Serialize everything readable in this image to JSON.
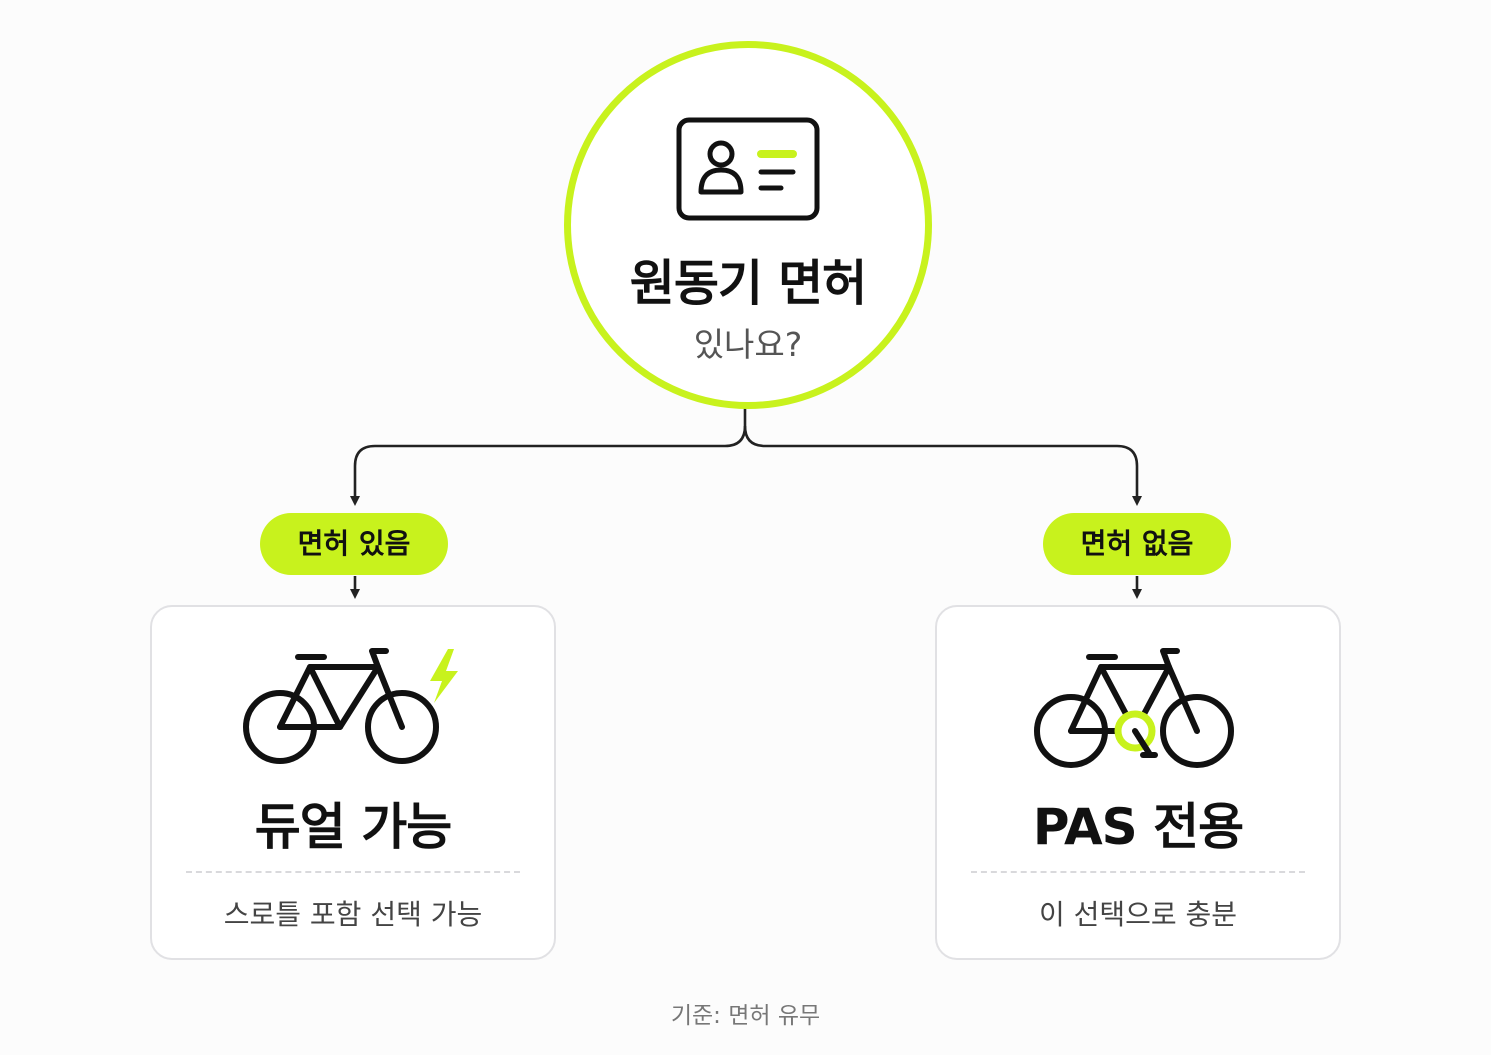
{
  "accent_color": "#c8f21d",
  "hub": {
    "icon": "id-card-icon",
    "title": "원동기 면허",
    "subtitle": "있나요?"
  },
  "branches": [
    {
      "label": "면허 있음",
      "icon": "e-bike-icon",
      "title": "듀얼 가능",
      "description": "스로틀 포함 선택 가능"
    },
    {
      "label": "면허 없음",
      "icon": "pedal-assist-bike-icon",
      "title": "PAS 전용",
      "description": "이 선택으로 충분"
    }
  ],
  "footnote": "기준: 면허 유무"
}
